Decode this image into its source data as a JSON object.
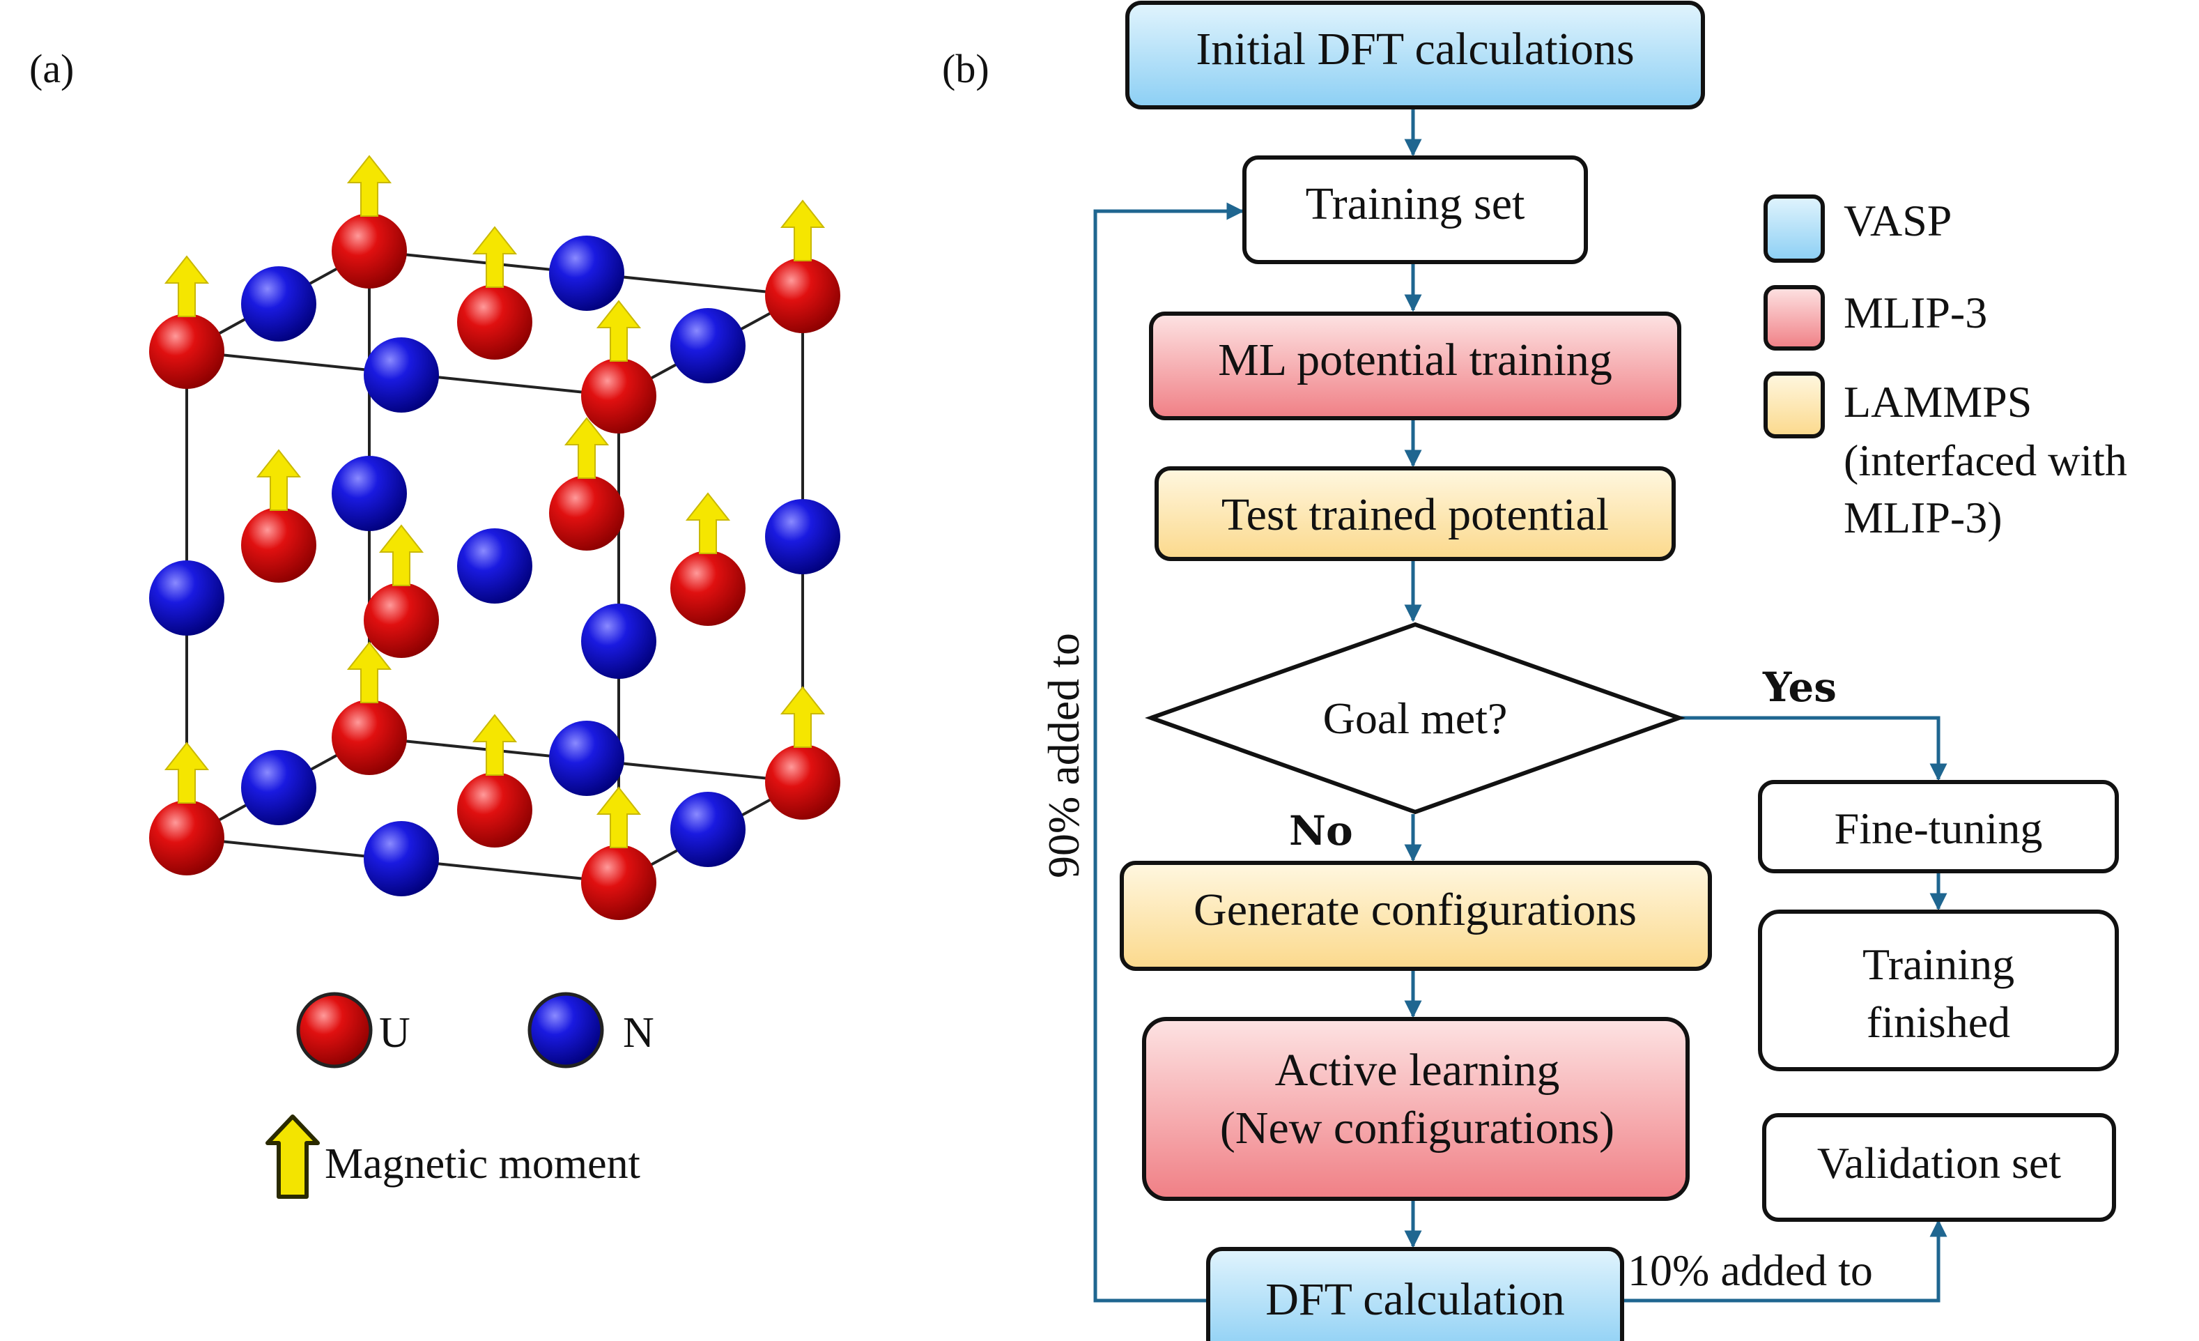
{
  "panel_a": {
    "label": "(a)",
    "legend_u": "U",
    "legend_n": "N",
    "legend_moment": "Magnetic moment"
  },
  "panel_b": {
    "label": "(b)",
    "boxes": {
      "initial_dft": "Initial DFT calculations",
      "training_set": "Training set",
      "ml_training": "ML potential training",
      "test_potential": "Test trained potential",
      "goal_met": "Goal met?",
      "generate_configs": "Generate configurations",
      "active_learning_1": "Active learning",
      "active_learning_2": "(New configurations)",
      "dft_calculation": "DFT calculation",
      "fine_tuning": "Fine-tuning",
      "training_finished_1": "Training",
      "training_finished_2": "finished",
      "validation_set": "Validation set"
    },
    "edge_labels": {
      "yes": "Yes",
      "no": "No",
      "ninety": "90% added to",
      "ten": "10% added to"
    },
    "legend": {
      "vasp": "VASP",
      "mlip": "MLIP-3",
      "lammps_1": "LAMMPS",
      "lammps_2": "(interfaced with",
      "lammps_3": "MLIP-3)"
    }
  },
  "colors": {
    "vasp_top": "#e1f4fd",
    "vasp_bottom": "#8ccff4",
    "mlip_top": "#fde3e3",
    "mlip_bottom": "#f07f85",
    "lammps_top": "#fff7e0",
    "lammps_bottom": "#fbd98c",
    "arrow": "#1f6690",
    "uranium": "#dd0000",
    "nitrogen": "#1010d8",
    "moment": "#f5e600"
  }
}
